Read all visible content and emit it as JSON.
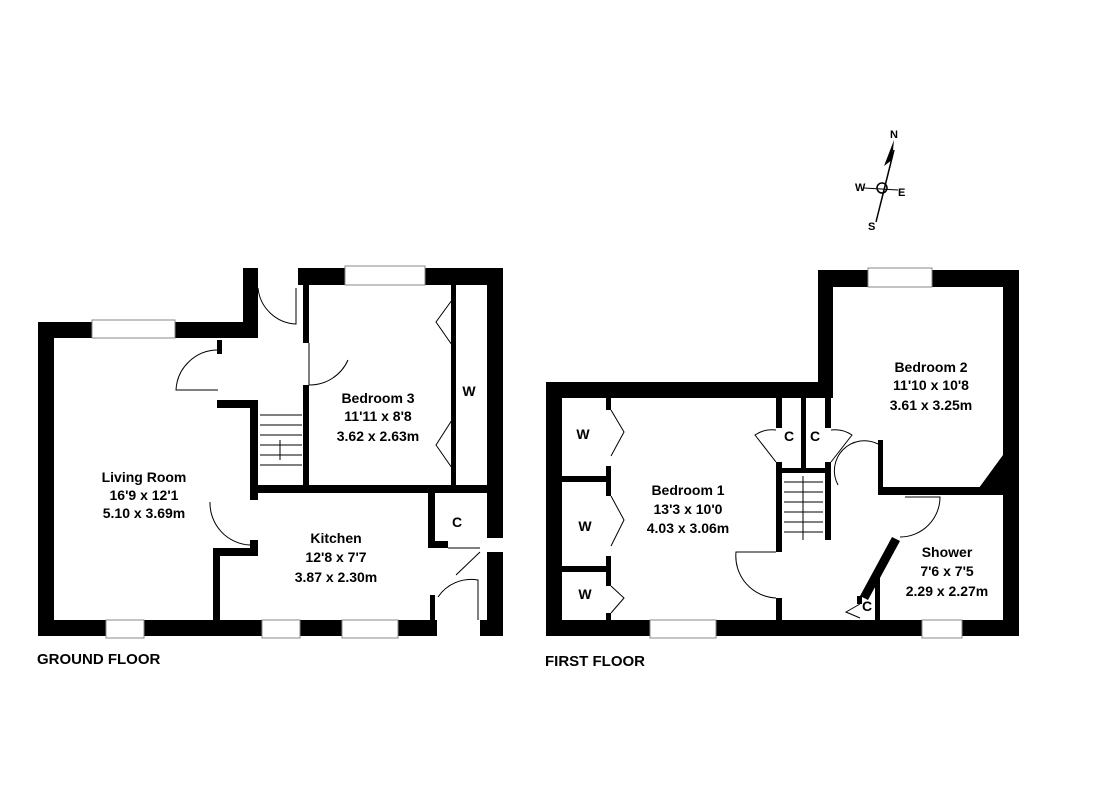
{
  "compass": {
    "n": "N",
    "s": "S",
    "e": "E",
    "w": "W"
  },
  "ground_floor": {
    "title": "GROUND FLOOR",
    "rooms": [
      {
        "name": "Living Room",
        "imperial": "16'9 x 12'1",
        "metric": "5.10 x 3.69m"
      },
      {
        "name": "Bedroom 3",
        "imperial": "11'11 x 8'8",
        "metric": "3.62 x 2.63m"
      },
      {
        "name": "Kitchen",
        "imperial": "12'8 x 7'7",
        "metric": "3.87 x 2.30m"
      }
    ],
    "marks": {
      "wardrobe": "W",
      "cupboard": "C"
    }
  },
  "first_floor": {
    "title": "FIRST FLOOR",
    "rooms": [
      {
        "name": "Bedroom 1",
        "imperial": "13'3 x 10'0",
        "metric": "4.03 x 3.06m"
      },
      {
        "name": "Bedroom 2",
        "imperial": "11'10 x 10'8",
        "metric": "3.61 x 3.25m"
      },
      {
        "name": "Shower",
        "imperial": "7'6 x 7'5",
        "metric": "2.29 x 2.27m"
      }
    ],
    "marks": {
      "wardrobe": "W",
      "cupboard": "C"
    }
  }
}
